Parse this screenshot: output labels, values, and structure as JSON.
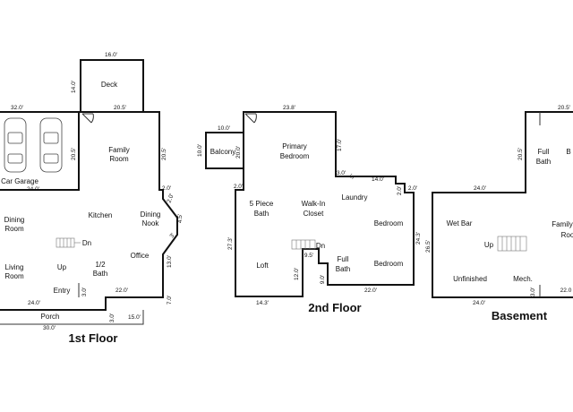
{
  "floors": {
    "first": {
      "title": "1st Floor",
      "rooms": {
        "deck": "Deck",
        "garage": "Car Garage",
        "family_1": "Family",
        "family_2": "Room",
        "kitchen": "Kitchen",
        "dining_1": "Dining",
        "dining_2": "Room",
        "nook_1": "Dining",
        "nook_2": "Nook",
        "living_1": "Living",
        "living_2": "Room",
        "half_bath_1": "1/2",
        "half_bath_2": "Bath",
        "office": "Office",
        "entry": "Entry",
        "porch": "Porch",
        "dn": "Dn",
        "up": "Up"
      },
      "dims": {
        "deck_top": "16.0'",
        "deck_side": "14.0'",
        "garage_top": "32.0'",
        "deck_bottom": "20.5'",
        "family_right": "20.5'",
        "garage_left": "20.5'",
        "garage_bottom": "24.0'",
        "step_a": "2.0'",
        "step_b": "2.0'",
        "bay": "4.5'",
        "bay_small": "3'",
        "right_mid": "13.0'",
        "bottom_left": "24.0'",
        "entry_side": "3.0'",
        "bottom_mid": "22.0'",
        "right_low": "7.0'",
        "porch_step": "3.0'",
        "porch_right": "15.0'",
        "porch_width": "30.0'"
      }
    },
    "second": {
      "title": "2nd Floor",
      "rooms": {
        "balcony": "Balcony",
        "primary_1": "Primary",
        "primary_2": "Bedroom",
        "five_piece_1": "5 Piece",
        "five_piece_2": "Bath",
        "walkin_1": "Walk-In",
        "walkin_2": "Closet",
        "laundry": "Laundry",
        "bedroom_a": "Bedroom",
        "bedroom_b": "Bedroom",
        "loft": "Loft",
        "full_bath_1": "Full",
        "full_bath_2": "Bath",
        "dn": "Dn"
      },
      "dims": {
        "top": "23.8'",
        "balcony_top": "10.0'",
        "balcony_side": "10.0'",
        "balcony_inner": "20.0'",
        "right_upper": "17.0'",
        "notch_a": "3.0'",
        "notch_b": "5'",
        "ledge": "14.0'",
        "step_a": "2.0'",
        "step_b": "2.0'",
        "left_step": "2.0'",
        "left": "27.3'",
        "right": "24.3'",
        "stair_w": "9.5'",
        "stair_h": "12.0'",
        "bath_h": "9.0'",
        "bottom_left": "14.3'",
        "bottom_right": "22.0'"
      }
    },
    "basement": {
      "title": "Basement",
      "rooms": {
        "wet_bar": "Wet Bar",
        "up": "Up",
        "family_1": "Family",
        "family_2": "Roo",
        "full_bath_1": "Full",
        "full_bath_2": "Bath",
        "b_partial": "B",
        "unfinished": "Unfinished",
        "mech": "Mech."
      },
      "dims": {
        "top": "20.5'",
        "side": "20.5'",
        "ledge": "24.0'",
        "left": "26.5'",
        "bottom_left": "24.0'",
        "mech_step": "3.0'",
        "bottom_right": "22.0"
      }
    }
  }
}
